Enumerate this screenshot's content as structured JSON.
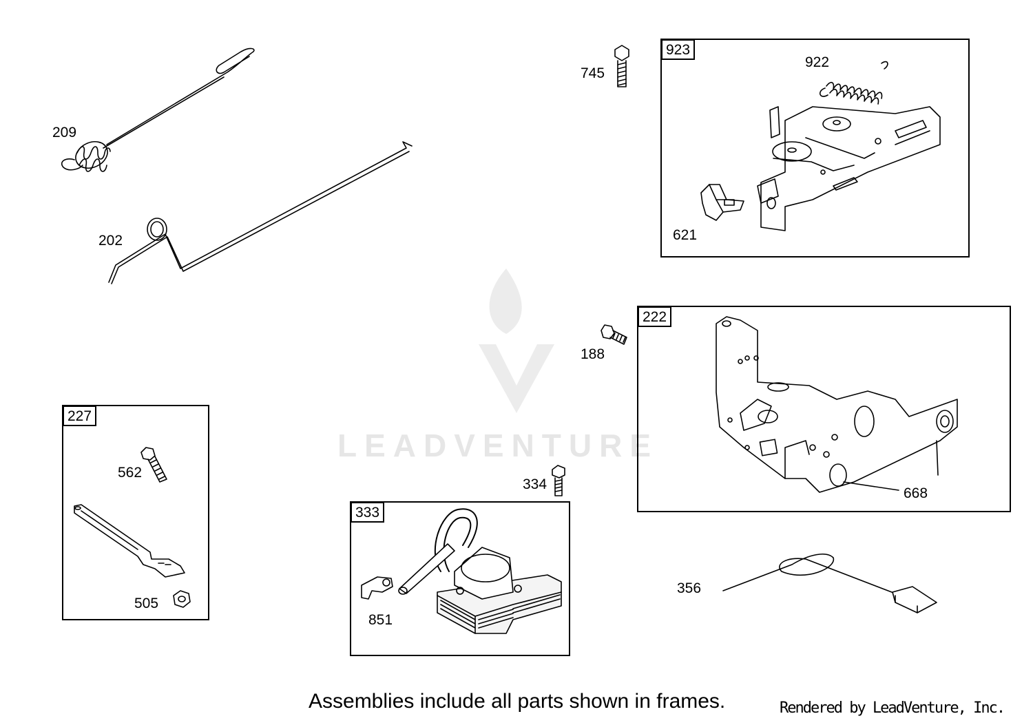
{
  "watermark": {
    "brand": "LEADVENTURE"
  },
  "frames": {
    "f923": {
      "tag": "923"
    },
    "f222": {
      "tag": "222"
    },
    "f227": {
      "tag": "227"
    },
    "f333": {
      "tag": "333"
    }
  },
  "parts": {
    "p209": "209",
    "p202": "202",
    "p745": "745",
    "p922": "922",
    "p621": "621",
    "p188": "188",
    "p668": "668",
    "p562": "562",
    "p505": "505",
    "p334": "334",
    "p851": "851",
    "p356": "356"
  },
  "footer": {
    "note": "Assemblies include all parts shown in frames.",
    "credit": "Rendered by LeadVenture, Inc."
  }
}
